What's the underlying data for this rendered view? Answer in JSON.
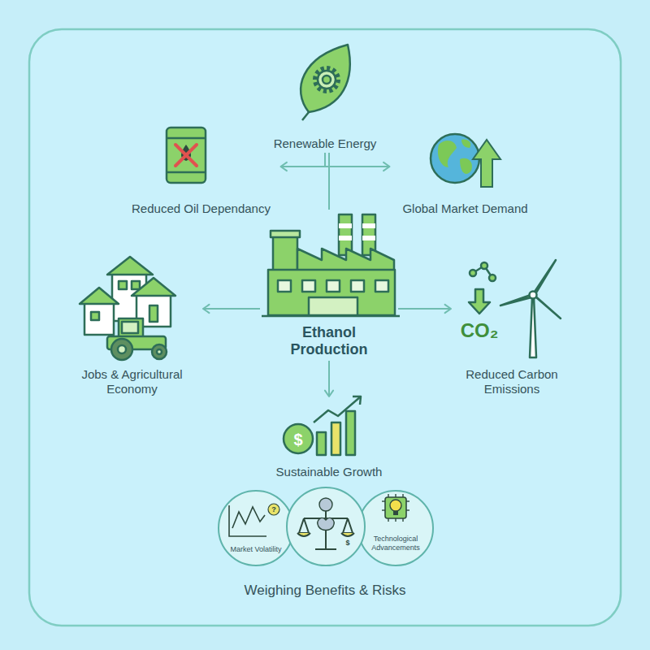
{
  "diagram": {
    "nodes": [
      {
        "text": [
          "Renewable Energy"
        ]
      },
      {
        "text": [
          "Reduced Oil Dependancy"
        ]
      },
      {
        "text": [
          "Global Market Demand"
        ]
      },
      {
        "text": [
          "Ethanol Production"
        ]
      },
      {
        "text": [
          "Jobs & Agricultural Economy"
        ]
      },
      {
        "text": [
          "Reduced Carbon Emissions"
        ]
      },
      {
        "text": [
          "Sustainable Growth"
        ]
      },
      {
        "text": [
          "Market Volatility"
        ]
      },
      {
        "text": [
          "Technological Advancements"
        ]
      }
    ],
    "edges": [
      {
        "from": 0,
        "to": 1,
        "arrow": "to"
      },
      {
        "from": 0,
        "to": 2,
        "arrow": "to"
      },
      {
        "from": 3,
        "to": 0,
        "arrow": "none"
      },
      {
        "from": 3,
        "to": 4,
        "arrow": "to"
      },
      {
        "from": 3,
        "to": 5,
        "arrow": "to"
      },
      {
        "from": 3,
        "to": 6,
        "arrow": "to"
      }
    ],
    "labels": [
      "CO₂",
      "$",
      "?",
      "$",
      "Weighing Benefits & Risks"
    ]
  }
}
